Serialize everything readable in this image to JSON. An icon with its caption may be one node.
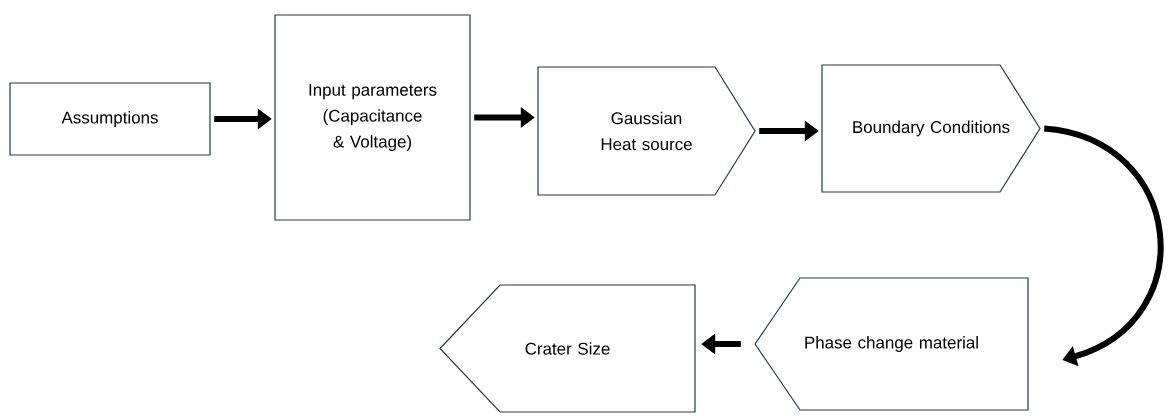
{
  "diagram": {
    "nodes": [
      {
        "text": [
          "Assumptions"
        ]
      },
      {
        "text": [
          "Input parameters (Capacitance & Voltage)"
        ]
      },
      {
        "text": [
          "Gaussian Heat source"
        ]
      },
      {
        "text": [
          "Boundary Conditions"
        ]
      },
      {
        "text": [
          "Phase change material"
        ]
      },
      {
        "text": [
          "Crater Size"
        ]
      }
    ],
    "edges": [
      {
        "from": 0,
        "to": 1,
        "arrow": "to"
      },
      {
        "from": 1,
        "to": 2,
        "arrow": "to"
      },
      {
        "from": 2,
        "to": 3,
        "arrow": "to"
      },
      {
        "from": 3,
        "to": 4,
        "arrow": "to"
      },
      {
        "from": 4,
        "to": 5,
        "arrow": "to"
      }
    ]
  }
}
